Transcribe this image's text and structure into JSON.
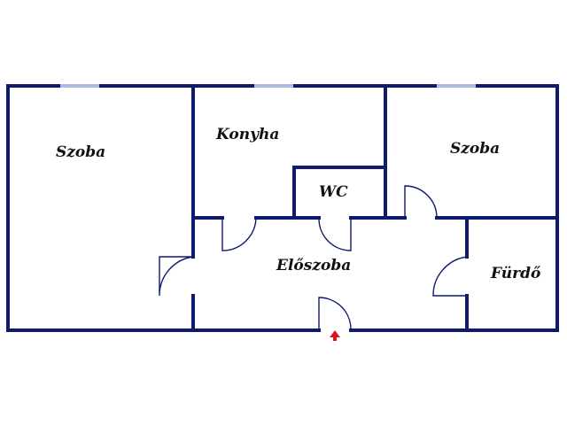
{
  "colors": {
    "wall": "#0d1a6e",
    "window": "#a9bde0",
    "entrance_arrow": "#d8141c",
    "background": "#ffffff"
  },
  "rooms": [
    {
      "id": "szoba-left",
      "label": "Szoba"
    },
    {
      "id": "konyha",
      "label": "Konyha"
    },
    {
      "id": "szoba-right",
      "label": "Szoba"
    },
    {
      "id": "wc",
      "label": "WC"
    },
    {
      "id": "eloszoba",
      "label": "Előszoba"
    },
    {
      "id": "furdo",
      "label": "Fürdő"
    }
  ],
  "entrance": {
    "icon": "up-arrow-icon"
  }
}
